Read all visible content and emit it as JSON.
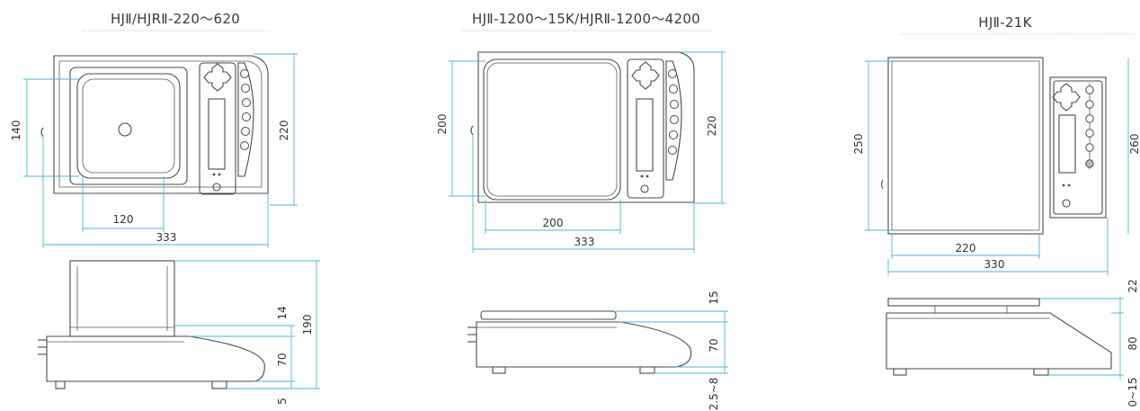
{
  "colors": {
    "dimension_line": "#4fb6d2",
    "outline": "#4a4a4a",
    "background": "#ffffff"
  },
  "models": [
    {
      "title": "HJⅡ/HJRⅡ-220～620",
      "top_dims": {
        "pan_depth": "140",
        "depth": "220",
        "pan_width": "120",
        "width": "333"
      },
      "side_dims": {
        "draft_shield": "14",
        "total_height": "190",
        "body_height": "70",
        "foot": "5"
      }
    },
    {
      "title": "HJⅡ-1200～15K/HJRⅡ-1200～4200",
      "top_dims": {
        "pan_depth": "200",
        "depth": "220",
        "pan_width": "200",
        "width": "333"
      },
      "side_dims": {
        "pan_height": "15",
        "body_height": "70",
        "foot": "2.5~8"
      }
    },
    {
      "title": "HJⅡ-21K",
      "top_dims": {
        "pan_depth": "250",
        "depth": "260",
        "pan_width": "220",
        "width": "330"
      },
      "side_dims": {
        "pan_height": "22",
        "body_height": "80",
        "foot": "0~15"
      }
    }
  ]
}
